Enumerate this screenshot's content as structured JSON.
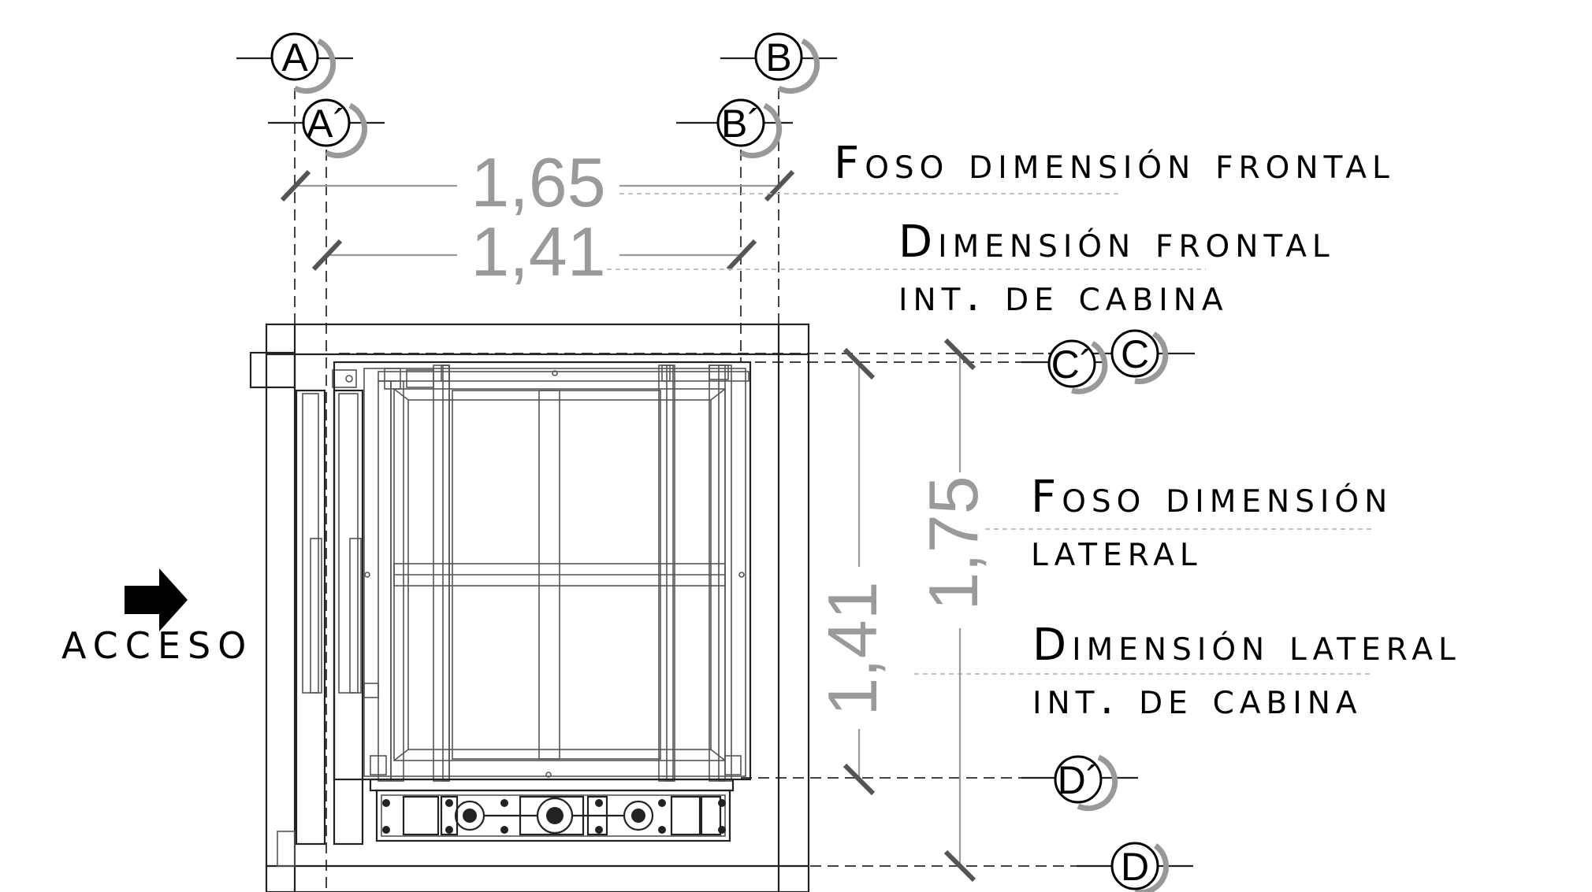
{
  "dimensions": {
    "pit_front": "1,65",
    "cabin_front": "1,41",
    "pit_side": "1,75",
    "cabin_side": "1,41"
  },
  "notes": {
    "pit_front": "Foso dimensión frontal",
    "cabin_front_1": "Dimensión frontal",
    "cabin_front_2": "int. de cabina",
    "pit_side_1": "Foso dimensión",
    "pit_side_2": "lateral",
    "cabin_side_1": "Dimensión lateral",
    "cabin_side_2": "int. de cabina"
  },
  "access_label": "ACCESO",
  "axes": {
    "a": "A",
    "a_prime": "A´",
    "b": "B",
    "b_prime": "B´",
    "c": "C",
    "c_prime": "C´",
    "d": "D",
    "d_prime": "D´"
  }
}
